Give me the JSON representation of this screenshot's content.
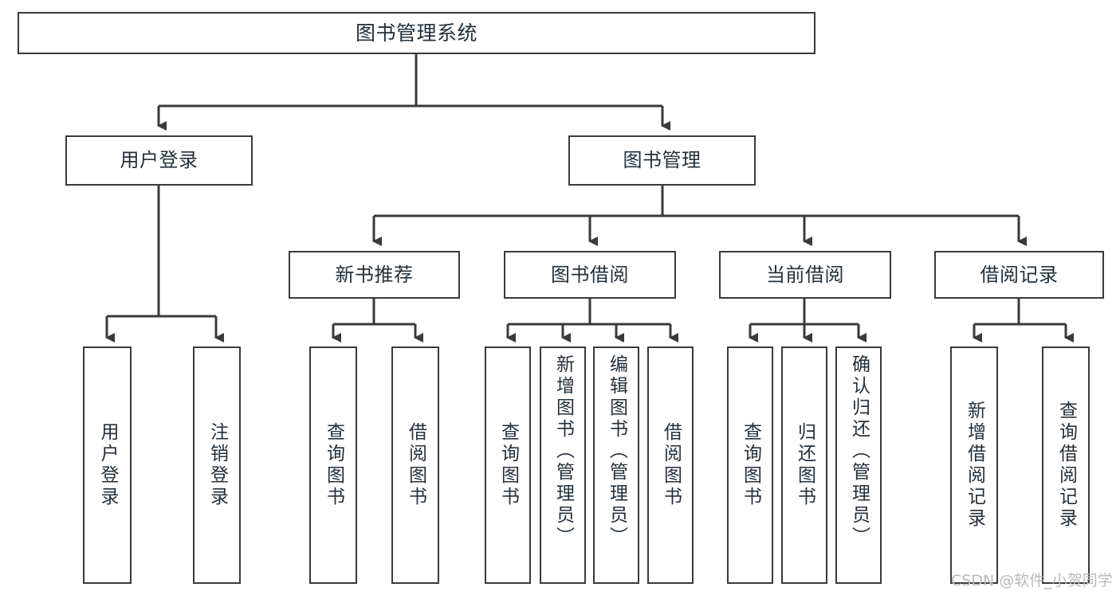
{
  "diagram": {
    "title": "图书管理系统",
    "type": "tree-hierarchy",
    "line_color": "#3a3a3a",
    "text_color": "#22303d",
    "background": "#ffffff",
    "watermark": "CSDN @软件_小贺同学",
    "levels": {
      "root": {
        "label": "图书管理系统"
      },
      "level2": [
        {
          "label": "用户登录"
        },
        {
          "label": "图书管理"
        }
      ],
      "level3": [
        {
          "label": "新书推荐"
        },
        {
          "label": "图书借阅"
        },
        {
          "label": "当前借阅"
        },
        {
          "label": "借阅记录"
        }
      ],
      "leaves": {
        "user_login": [
          {
            "label": "用户登录"
          },
          {
            "label": "注销登录"
          }
        ],
        "new_book_recommend": [
          {
            "label": "查询图书"
          },
          {
            "label": "借阅图书"
          }
        ],
        "book_borrow": [
          {
            "label": "查询图书"
          },
          {
            "label": "新增图书（管理员）"
          },
          {
            "label": "编辑图书（管理员）"
          },
          {
            "label": "借阅图书"
          }
        ],
        "current_borrow": [
          {
            "label": "查询图书"
          },
          {
            "label": "归还图书"
          },
          {
            "label": "确认归还（管理员）"
          }
        ],
        "borrow_record": [
          {
            "label": "新增借阅记录"
          },
          {
            "label": "查询借阅记录"
          }
        ]
      }
    }
  }
}
